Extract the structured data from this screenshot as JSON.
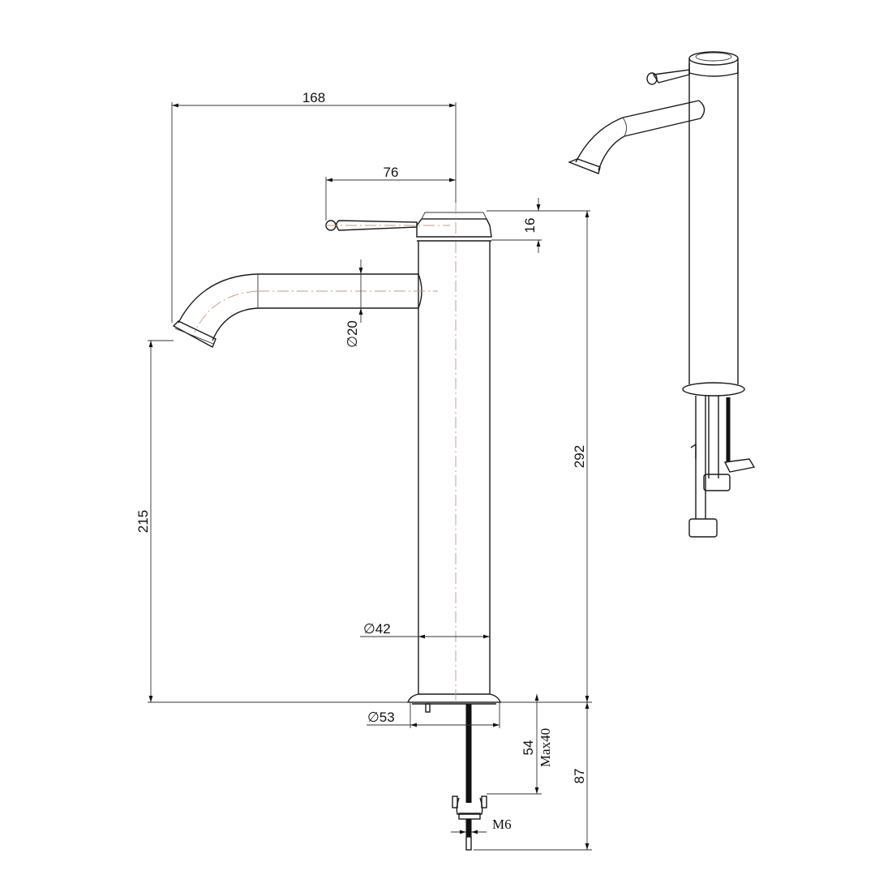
{
  "drawing": {
    "title": "Tall basin mixer tap — technical dimension drawing",
    "views": [
      "front-elevation",
      "isometric-view"
    ],
    "units": "mm"
  },
  "dimensions": {
    "overall_reach": "168",
    "lever_reach": "76",
    "lever_height": "16",
    "spout_diameter": "∅20",
    "body_diameter": "∅42",
    "base_diameter": "∅53",
    "spout_outlet_height": "215",
    "overall_height": "292",
    "shank_length": "54",
    "max_deck_thickness": "Max40",
    "below_deck_length": "87",
    "thread_size": "M6"
  },
  "colors": {
    "line": "#1a1a1a",
    "centerline": "#b89c8c",
    "background": "#ffffff"
  }
}
